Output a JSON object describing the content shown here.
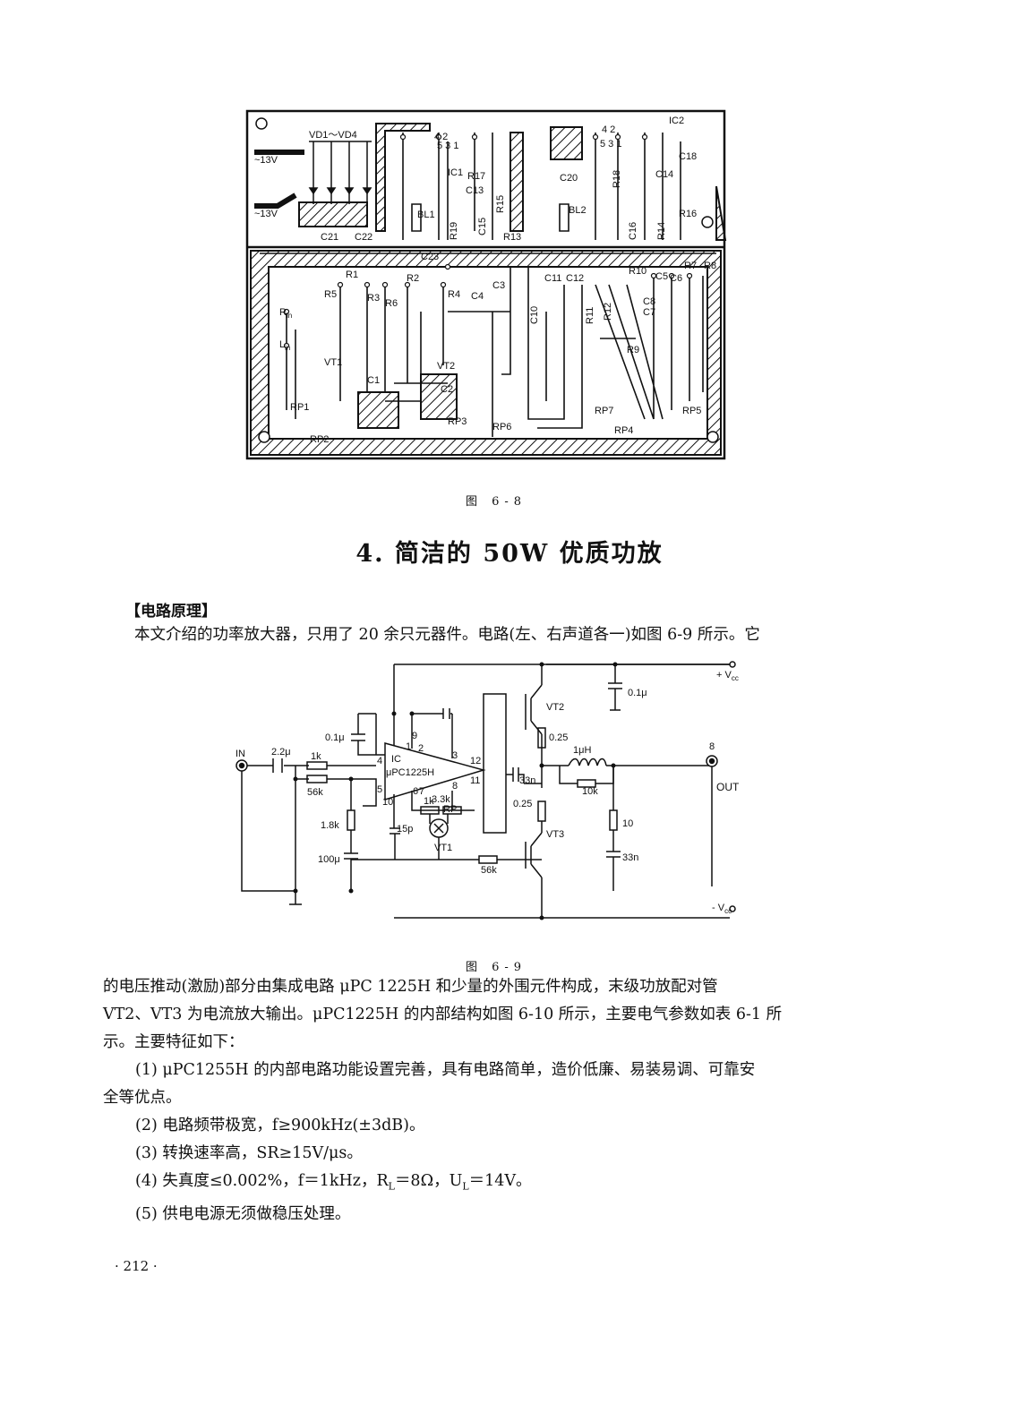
{
  "figure1": {
    "caption": "图  6-8",
    "labels": {
      "vd": "VD1～VD4",
      "ac1": "~13V",
      "ac2": "~13V",
      "ic1": "IC1",
      "ic2": "IC2",
      "c13": "C13",
      "c15": "C15",
      "c16": "C16",
      "c17": "R17",
      "c18": "C18",
      "c20": "C20",
      "c21": "C21",
      "c22": "C22",
      "c23": "C23",
      "bl1": "BL1",
      "bl2": "BL2",
      "r19": "R19",
      "r13": "R13",
      "r15": "R15",
      "r18": "R18",
      "r16": "R16",
      "r14": "R14",
      "c14": "C14",
      "r1": "R1",
      "r2": "R2",
      "r3": "R3",
      "r4": "R4",
      "r5": "R5",
      "r6": "R6",
      "r7": "R7",
      "r8": "R8",
      "r9": "R9",
      "r10": "R10",
      "r11": "R11",
      "r12": "R12",
      "c1": "C1",
      "c2": "C2",
      "c3": "C3",
      "c4": "C4",
      "c5": "C5",
      "c6": "C6",
      "c7": "C7",
      "c8": "C8",
      "c10": "C10",
      "c11": "C11",
      "c12": "C12",
      "vt1": "VT1",
      "vt2": "VT2",
      "rin": "R",
      "rin_sub": "in",
      "lin": "L",
      "lin_sub": "in",
      "rp1": "RP1",
      "rp2": "RP2",
      "rp3": "RP3",
      "rp4": "RP4",
      "rp5": "RP5",
      "rp6": "RP6",
      "rp7": "RP7",
      "pins1": "5  3  1",
      "pins1b": "4  2",
      "pins2": "5  3  1",
      "pins2b": "4  2"
    }
  },
  "heading": "4. 简洁的 50W 优质功放",
  "section_title": "【电路原理】",
  "para1": "本文介绍的功率放大器，只用了 20 余只元器件。电路(左、右声道各一)如图 6-9 所示。它",
  "figure2": {
    "caption": "图  6-9",
    "labels": {
      "in": "IN",
      "c_in": "2.2μ",
      "r1k": "1k",
      "r56k": "56k",
      "c01a": "0.1μ",
      "r18k": "1.8k",
      "c100": "100μ",
      "ic": "IC",
      "ic_part": "μPC1225H",
      "p1": "1",
      "p2": "2",
      "p3": "3",
      "p4": "4",
      "p5": "5",
      "p6": "6",
      "p7": "7",
      "p8": "8",
      "p9": "9",
      "p10": "10",
      "p11": "11",
      "p12": "12",
      "c15p": "15p",
      "r1k2": "1k",
      "r33k": "3.3k",
      "rp": "RP",
      "vt1": "VT1",
      "r56k2": "56k",
      "c33n": "33n",
      "vt2": "VT2",
      "vt3": "VT3",
      "r025a": "0.25",
      "r025b": "0.25",
      "l1": "1μH",
      "r10k": "10k",
      "r10": "10",
      "c33n2": "33n",
      "c01b": "0.1μ",
      "vcc_p": "+ V",
      "vcc_p_sub": "cc",
      "vcc_n": "- V",
      "vcc_n_sub": "cc",
      "out_pin": "8",
      "out": "OUT"
    }
  },
  "para2_lines": [
    "的电压推动(激励)部分由集成电路 μPC 1225H 和少量的外围元件构成，末级功放配对管",
    "VT2、VT3 为电流放大输出。μPC1225H 的内部结构如图 6-10 所示，主要电气参数如表 6-1 所",
    "示。主要特征如下："
  ],
  "features": [
    "(1) μPC1255H 的内部电路功能设置完善，具有电路简单，造价低廉、易装易调、可靠安",
    "全等优点。",
    "(2) 电路频带极宽，f≥900kHz(±3dB)。",
    "(3) 转换速率高，SR≥15V/μs。",
    "(4) 失真度≤0.002%，f＝1kHz，R",
    "(5) 供电电源无须做稳压处理。"
  ],
  "feature4_rest": {
    "rl_sub": "L",
    "mid": "＝8Ω，U",
    "ul_sub": "L",
    "end": "＝14V。"
  },
  "page_number": "· 212 ·"
}
